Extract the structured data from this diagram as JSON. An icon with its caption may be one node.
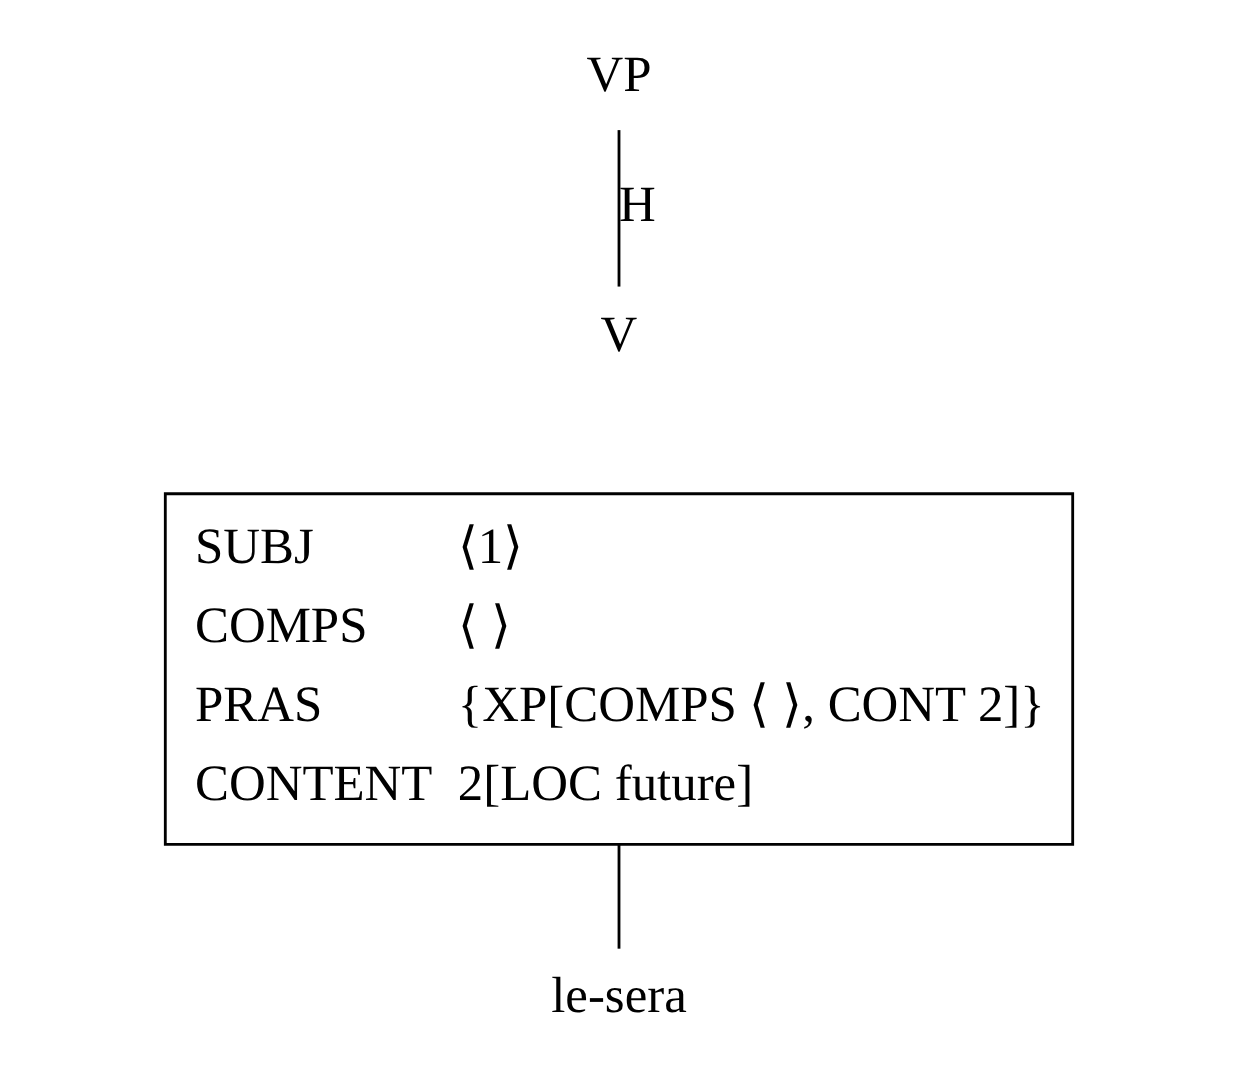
{
  "diagram": {
    "nodes": [
      {
        "text": [
          "VP"
        ]
      },
      {
        "text": [
          "V"
        ]
      },
      {
        "text": [
          "SUBJ",
          "⟨1⟩",
          "COMPS",
          "⟨ ⟩",
          "PRAS",
          "{XP[COMPS ⟨ ⟩, CONT 2]}",
          "CONTENT",
          "2[LOC future]"
        ]
      },
      {
        "text": [
          "le-sera"
        ]
      }
    ],
    "edges": [
      {
        "from": 0,
        "to": 1,
        "arrow": "none",
        "label": "H"
      },
      {
        "from": 2,
        "to": 3,
        "arrow": "none"
      }
    ]
  }
}
